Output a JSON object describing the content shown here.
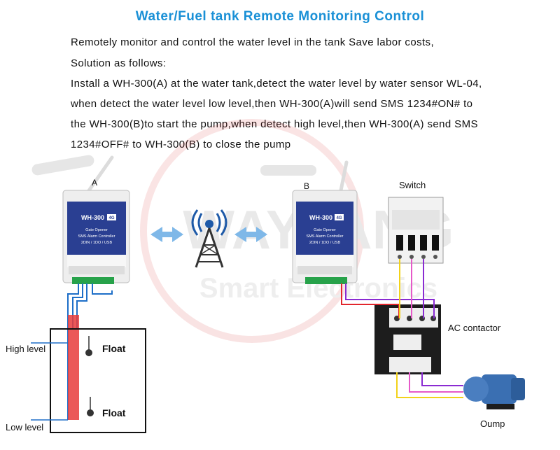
{
  "title": "Water/Fuel tank Remote Monitoring Control",
  "description": [
    "Remotely monitor and control the water level in the tank Save labor costs,",
    "Solution as follows:",
    "Install a WH-300(A) at the water tank,detect the water level by water sensor WL-04,",
    "when detect the water level low level,then WH-300(A)will send SMS 1234#ON# to",
    "the WH-300(B)to start the pump,when detect high level,then WH-300(A) send SMS",
    "1234#OFF# to WH-300(B) to close the pump"
  ],
  "watermark": {
    "brand": "WAYJANG",
    "sub": "Smart Electronics"
  },
  "device_a": {
    "tag": "A",
    "model": "WH-300",
    "badge": "4G",
    "line1": "Gate Opener",
    "line2": "SMS Alarm Controller",
    "line3": "2DIN / 1DO / USB"
  },
  "device_b": {
    "tag": "B",
    "model": "WH-300",
    "badge": "4G",
    "line1": "Gate Opener",
    "line2": "SMS Alarm Controller",
    "line3": "2DIN / 1DO / USB"
  },
  "labels": {
    "switch": "Switch",
    "contactor": "AC contactor",
    "pump": "Oump",
    "high_level": "High level",
    "low_level": "Low level",
    "float_top": "Float",
    "float_bottom": "Float"
  },
  "colors": {
    "title": "#1a90d6",
    "wire_blue": "#1e6fc8",
    "wire_red": "#e2262d",
    "wire_purple": "#8a2bd2",
    "wire_yellow": "#f2d21a",
    "wire_pink": "#e659c9",
    "device_blue": "#2a3f92"
  }
}
